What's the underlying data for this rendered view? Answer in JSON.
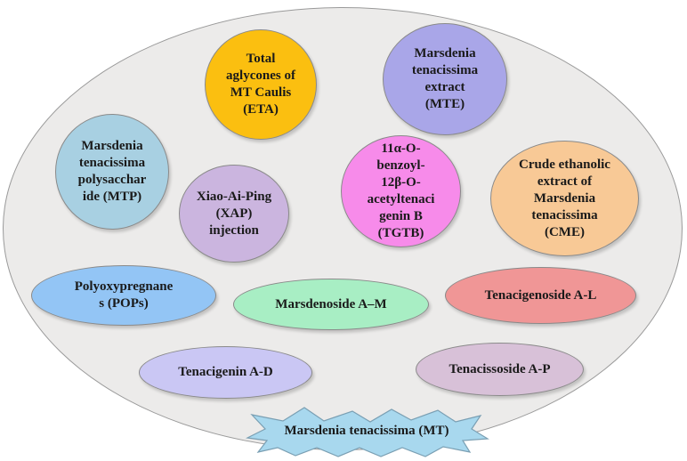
{
  "nodes": {
    "eta": "Total\naglycones of\nMT Caulis\n(ETA)",
    "mte": "Marsdenia\ntenacissima\nextract\n(MTE)",
    "mtp": "Marsdenia\ntenacissima\npolysacchar\nide (MTP)",
    "xap": "Xiao-Ai-Ping\n(XAP)\ninjection",
    "tgtb": "11α-O-\nbenzoyl-\n12β-O-\nacetyltenaci\ngenin B\n(TGTB)",
    "cme": "Crude ethanolic\nextract of\nMarsdenia\ntenacissima\n(CME)",
    "pops": "Polyoxypregnane\ns (POPs)",
    "marsdenoside": "Marsdenoside A–M",
    "tenacigenoside": "Tenacigenoside A-L",
    "tenacigenin": "Tenacigenin A-D",
    "tenacissoside": "Tenacissoside A-P"
  },
  "base_label": "Marsdenia tenacissima (MT)",
  "colors": {
    "background_oval": "#ecebea",
    "star": "#a8d8ee"
  }
}
